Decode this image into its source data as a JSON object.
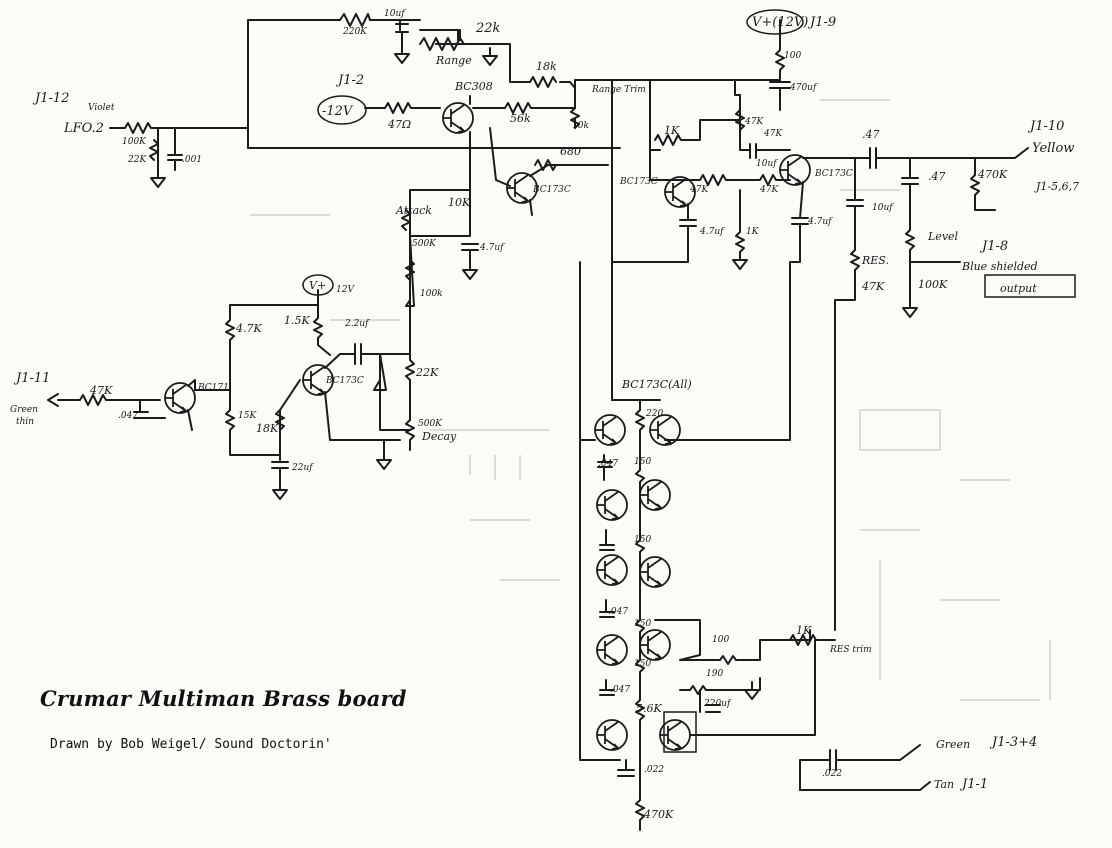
{
  "title": "Crumar Multiman Brass board",
  "credit": "Drawn by Bob Weigel/ Sound Doctorin'",
  "labels": {
    "r220k": "220K",
    "c10uf_top": "10uf",
    "r22k_range": "22k",
    "range": "Range",
    "r18k": "18k",
    "range_trim": "Range Trim",
    "r10k_trim": "10k",
    "j1_2": "J1-2",
    "neg12": "-12V",
    "r47": "47Ω",
    "bc308": "BC308",
    "r56k": "56k",
    "j1_12": "J1-12",
    "violet": "Violet",
    "lfo": "LFO.2",
    "r100k_lfo": "100K",
    "r22k_lfo": "22K",
    "c001": ".001",
    "r680": "680",
    "bc173c_a": "BC173C",
    "r10k_att": "10K",
    "attack": "Attack",
    "r500k_att": "500K",
    "c4_7uf_att": "4.7uf",
    "r100k_mid": "100k",
    "r22k_mid": "22K",
    "r500k_dec": "500K",
    "decay": "Decay",
    "vplus": "V+",
    "v12_mid": "12V",
    "r1_5k": "1.5K",
    "c2_2uf": "2.2uf",
    "bc173_env": "BC173C",
    "r4_7k": "4.7K",
    "r15k": "15K",
    "r18k_env": "18K",
    "c22uf": "22uf",
    "j1_11": "J1-11",
    "green": "Green",
    "thin": "thin",
    "r47k_in": "47K",
    "c047_in": ".047",
    "bc171": "BC171",
    "v12_top": "V+(12V)",
    "j1_9": "J1-9",
    "r100_top": "100",
    "c470uf": "470uf",
    "r1k_a": "1K",
    "r47k_a": "47K",
    "r47k_b": "47K",
    "c10uf_mid": "10uf",
    "bc173c_b": "BC173C",
    "r47k_c": "47K",
    "r47k_d": "47K",
    "bc173c_c": "BC173C",
    "c4_7uf_a": "4.7uf",
    "r1k_b": "1K",
    "c4_7uf_b": "4.7uf",
    "c47_top": ".47",
    "j1_10": "J1-10",
    "yellow": "Yellow",
    "c47_b": ".47",
    "r470k": "470K",
    "j1_5": "J1-5,6,7",
    "c10uf_r": "10uf",
    "res": "RES.",
    "r47k_res": "47K",
    "level": "Level",
    "r100k_lvl": "100K",
    "j1_8": "J1-8",
    "blue": "Blue shielded",
    "output": "output",
    "bc173c_all": "BC173C(All)",
    "r220": "220",
    "r150_a": "150",
    "r150_b": "150",
    "c047_a": ".047",
    "c047_b": ".047",
    "c047_c": ".047",
    "r150_c": "150",
    "r150_d": "150",
    "r5_6k": "5.6K",
    "r100_b": "100",
    "r190": "190",
    "c220uf": "220uf",
    "r1k_res": "1K",
    "res_trim": "RES trim",
    "c022": ".022",
    "c022_b": ".022",
    "r470k_b": "470K",
    "green_b": "Green",
    "j1_34": "J1-3+4",
    "tan": "Tan",
    "j1_1": "J1-1"
  }
}
